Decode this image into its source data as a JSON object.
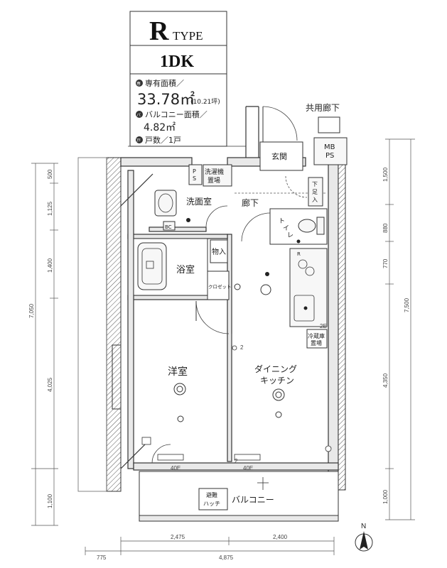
{
  "title": {
    "type_letter": "R",
    "type_word": "TYPE",
    "layout": "1DK",
    "private_area_label": "専有面積／",
    "private_area_value": "33.78㎡",
    "private_area_tsubo": "(10.21坪)",
    "balcony_area_label": "バルコニー面積／",
    "balcony_area_value": "4.82㎡",
    "units_label": "戸数／1戸",
    "marker_1": "専",
    "marker_2": "バ",
    "marker_3": "戸"
  },
  "rooms": {
    "common_corridor": "共用廊下",
    "mb_ps_1": "MB",
    "mb_ps_2": "PS",
    "entrance": "玄関",
    "ps_1": "P",
    "ps_2": "S",
    "laundry_1": "洗濯機",
    "laundry_2": "置場",
    "washroom": "洗面室",
    "hallway": "廊下",
    "shoe_1": "下",
    "shoe_2": "足",
    "shoe_3": "入",
    "toilet_1": "ト",
    "toilet_2": "イ",
    "toilet_3": "レ",
    "bc": "BC",
    "storage": "物入",
    "bath": "浴室",
    "closet": "クロゼット",
    "western_room": "洋室",
    "dining_1": "ダイニング",
    "dining_2": "キッチン",
    "fridge_1": "冷蔵庫",
    "fridge_2": "置場",
    "refuge_1": "避難",
    "refuge_2": "ハッチ",
    "balcony": "バルコニー"
  },
  "small_labels": {
    "r": "R",
    "d2a": "2",
    "d2b": "2",
    "x40a": "40E",
    "x40b": "40E",
    "x2e": "2E"
  },
  "dimensions": {
    "left_outer": [
      "7,050"
    ],
    "left_inner": [
      "500",
      "1,125",
      "1,400",
      "4,025",
      "1,100"
    ],
    "right_outer": [
      "7,500"
    ],
    "right_inner": [
      "1,500",
      "880",
      "770",
      "4,350",
      "1,000"
    ],
    "bottom_inner": [
      "2,475",
      "2,400"
    ],
    "bottom_outer_left": "775",
    "bottom_outer": "4,875"
  },
  "compass": "N"
}
